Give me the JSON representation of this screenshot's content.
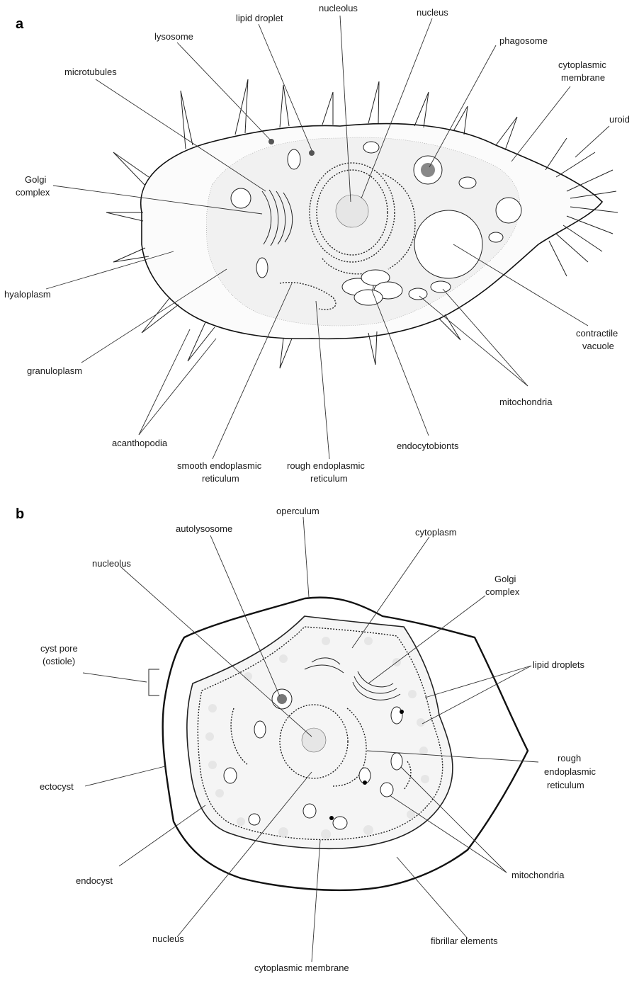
{
  "panels": [
    {
      "letter": "a",
      "labels": {
        "nucleolus": "nucleolus",
        "lipid_droplet": "lipid droplet",
        "nucleus": "nucleus",
        "lysosome": "lysosome",
        "phagosome": "phagosome",
        "microtubules": "microtubules",
        "cytoplasmic_membrane_1": "cytoplasmic",
        "cytoplasmic_membrane_2": "membrane",
        "uroid": "uroid",
        "golgi_1": "Golgi",
        "golgi_2": "complex",
        "hyaloplasm": "hyaloplasm",
        "contractile_vacuole_1": "contractile",
        "contractile_vacuole_2": "vacuole",
        "granuloplasm": "granuloplasm",
        "mitochondria": "mitochondria",
        "acanthopodia": "acanthopodia",
        "endocytobionts": "endocytobionts",
        "smooth_er_1": "smooth endoplasmic",
        "smooth_er_2": "reticulum",
        "rough_er_1": "rough endoplasmic",
        "rough_er_2": "reticulum"
      }
    },
    {
      "letter": "b",
      "labels": {
        "operculum": "operculum",
        "autolysosome": "autolysosome",
        "cytoplasm": "cytoplasm",
        "nucleolus": "nucleolus",
        "golgi_1": "Golgi",
        "golgi_2": "complex",
        "cyst_pore_1": "cyst pore",
        "cyst_pore_2": "(ostiole)",
        "lipid_droplets": "lipid droplets",
        "rough_er_1": "rough",
        "rough_er_2": "endoplasmic",
        "rough_er_3": "reticulum",
        "ectocyst": "ectocyst",
        "endocyst": "endocyst",
        "mitochondria": "mitochondria",
        "nucleus": "nucleus",
        "fibrillar_elements": "fibrillar elements",
        "cytoplasmic_membrane": "cytoplasmic membrane"
      }
    }
  ]
}
